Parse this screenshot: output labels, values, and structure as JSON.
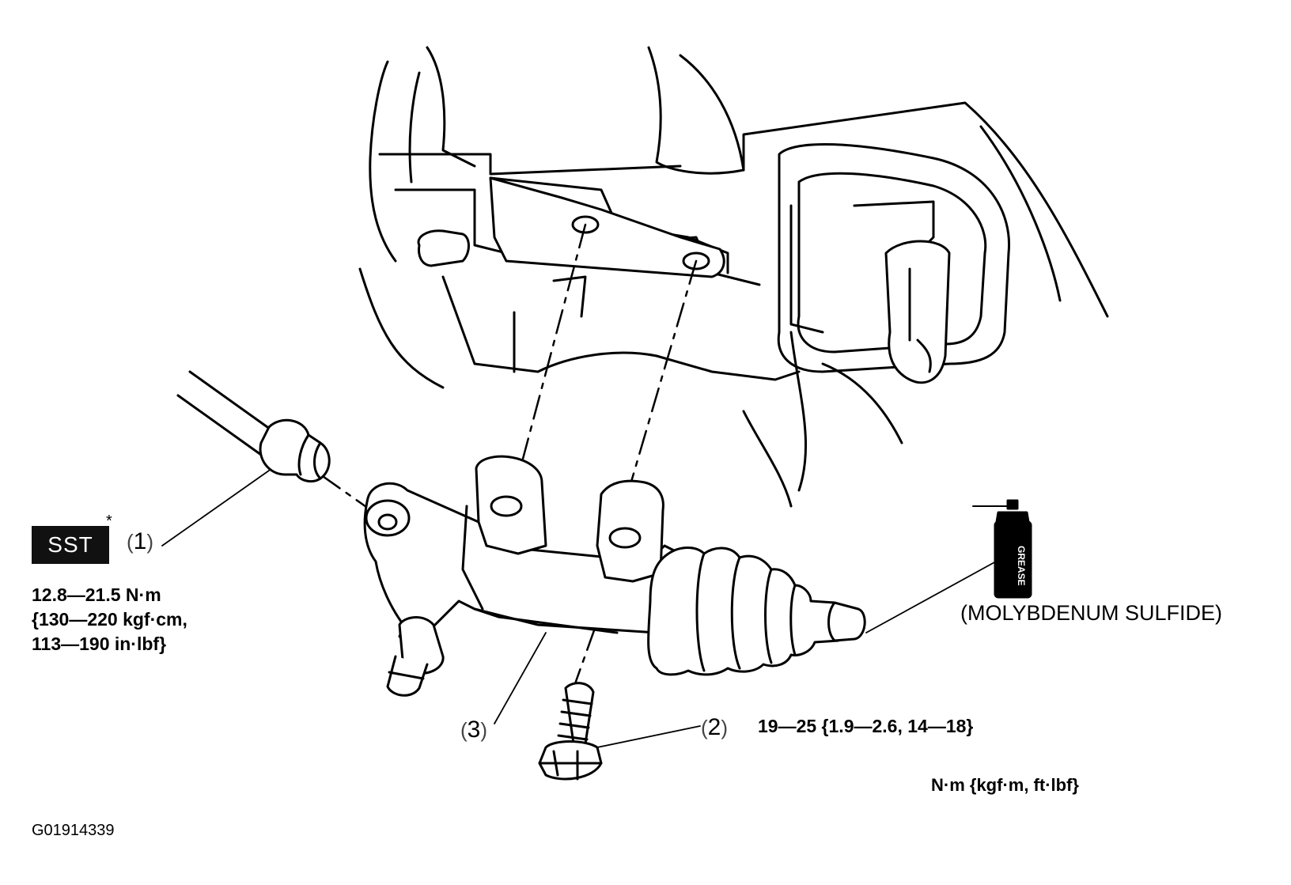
{
  "figure": {
    "code": "G01914339",
    "units_note": "N·m {kgf·m, ft·lbf}"
  },
  "sst": {
    "badge": "SST",
    "marker": "*"
  },
  "callouts": {
    "c1": "1",
    "c2": "2",
    "c3": "3"
  },
  "torque_1": {
    "line1": "12.8—21.5 N·m",
    "line2": "{130—220 kgf·cm,",
    "line3": "113—190 in·lbf}"
  },
  "torque_2": "19—25 {1.9—2.6, 14—18}",
  "grease": {
    "can_label": "GREASE",
    "note": "(MOLYBDENUM SULFIDE)"
  }
}
